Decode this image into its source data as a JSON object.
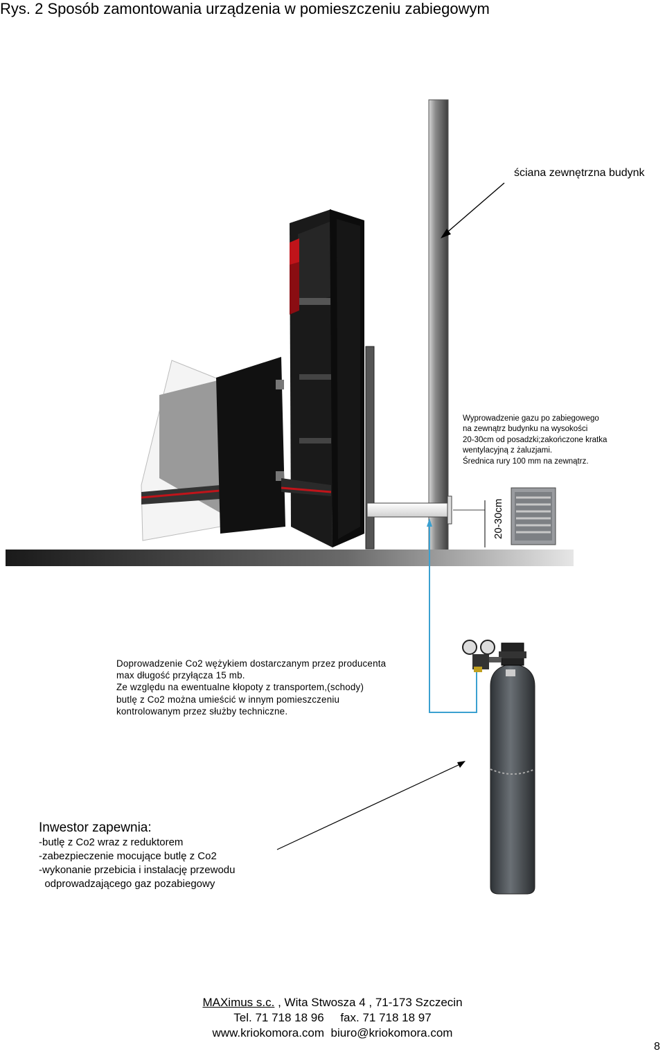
{
  "title": "Rys. 2 Sposób zamontowania urządzenia w pomieszczeniu zabiegowym",
  "wall_label": "ściana zewnętrzna budynk",
  "vent_note": [
    "Wyprowadzenie gazu po zabiegowego",
    "na zewnątrz budynku na wysokości",
    "20-30cm od posadzki;zakończone kratka",
    "wentylacyjną z żaluzjami.",
    "Średnica rury 100 mm na zewnątrz."
  ],
  "height_label": "20-30cm",
  "co2_note": [
    "Doprowadzenie Co2 wężykiem dostarczanym przez producenta",
    "max długość przyłącza 15 mb.",
    "Ze względu na ewentualne kłopoty z transportem,(schody)",
    "butlę z Co2 można umieścić w innym pomieszczeniu",
    "kontrolowanym  przez służby techniczne."
  ],
  "investor": {
    "heading": "Inwestor zapewnia:",
    "items": [
      "-butlę z Co2 wraz z reduktorem",
      "-zabezpieczenie mocujące butlę z Co2",
      "-wykonanie przebicia i instalację przewodu",
      "  odprowadzającego gaz pozabiegowy"
    ]
  },
  "footer": {
    "company": "MAXimus s.c.",
    "address": " , Wita Stwosza 4 , 71-173 Szczecin",
    "phones": "Tel. 71 718 18 96     fax. 71 718 18 97",
    "web": "www.kriokomora.com  biuro@kriokomora.com"
  },
  "page_number": "8",
  "colors": {
    "wall": "#6e6e6e",
    "floor": "#4a4a4a",
    "gas_line": "#3aa0d0",
    "cabinet": "#111111",
    "cabinet_accent": "#c0141a",
    "cylinder": "#555a5e",
    "vent_grille": "#8a8c90"
  },
  "icons": [
    "cryo-cabinet-icon",
    "co2-cylinder-icon",
    "regulator-icon",
    "vent-grille-icon",
    "arrow-icon"
  ]
}
